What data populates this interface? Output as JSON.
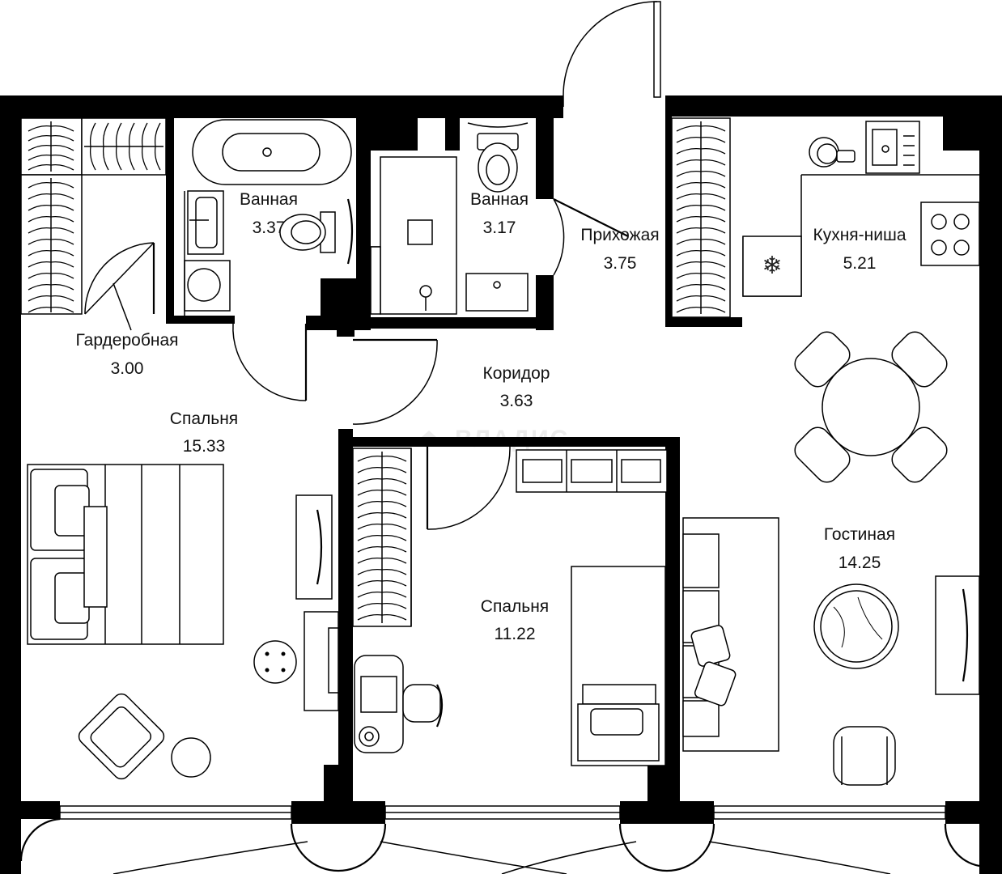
{
  "watermark": "ВЛАДИС",
  "rooms": [
    {
      "id": "wardrobe",
      "name": "Гардеробная",
      "area": "3.00"
    },
    {
      "id": "bath1",
      "name": "Ванная",
      "area": "3.37"
    },
    {
      "id": "bath2",
      "name": "Ванная",
      "area": "3.17"
    },
    {
      "id": "hall",
      "name": "Прихожая",
      "area": "3.75"
    },
    {
      "id": "kitchen",
      "name": "Кухня-ниша",
      "area": "5.21"
    },
    {
      "id": "corridor",
      "name": "Коридор",
      "area": "3.63"
    },
    {
      "id": "bedroom1",
      "name": "Спальня",
      "area": "15.33"
    },
    {
      "id": "bedroom2",
      "name": "Спальня",
      "area": "11.22"
    },
    {
      "id": "living",
      "name": "Гостиная",
      "area": "14.25"
    }
  ]
}
